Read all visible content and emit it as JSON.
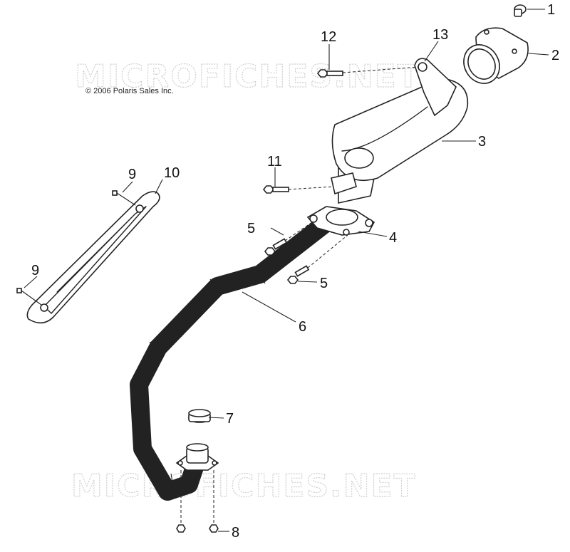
{
  "watermark": "MICROFICHES.NET",
  "copyright": "© 2006 Polaris Sales Inc.",
  "callouts": {
    "c1": "1",
    "c2": "2",
    "c3": "3",
    "c4": "4",
    "c5a": "5",
    "c5b": "5",
    "c6": "6",
    "c7": "7",
    "c8": "8",
    "c9a": "9",
    "c9b": "9",
    "c10": "10",
    "c11": "11",
    "c12": "12",
    "c13": "13"
  }
}
